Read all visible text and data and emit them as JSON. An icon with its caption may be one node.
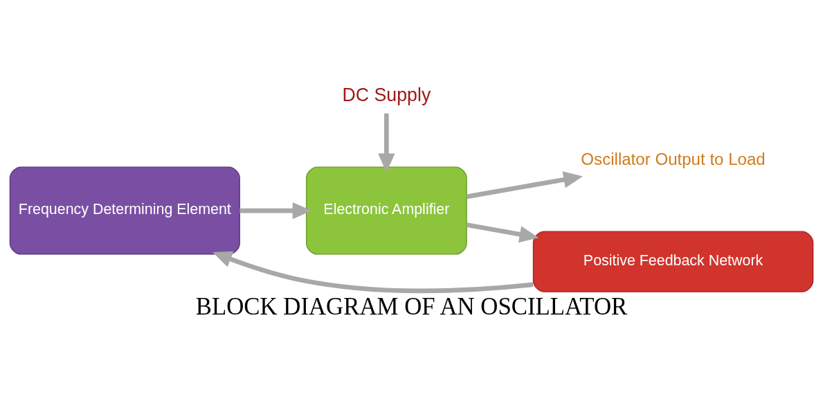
{
  "diagram": {
    "caption": "BLOCK DIAGRAM OF AN OSCILLATOR",
    "nodes": [
      {
        "text": [
          "DC Supply"
        ]
      },
      {
        "text": [
          "Frequency Determining Element"
        ]
      },
      {
        "text": [
          "Electronic Amplifier"
        ]
      },
      {
        "text": [
          "Oscillator Output to Load"
        ]
      },
      {
        "text": [
          "Positive Feedback Network"
        ]
      }
    ],
    "edges": [
      {
        "from": 0,
        "to": 2,
        "arrow": "to"
      },
      {
        "from": 1,
        "to": 2,
        "arrow": "to"
      },
      {
        "from": 2,
        "to": 3,
        "arrow": "to"
      },
      {
        "from": 2,
        "to": 4,
        "arrow": "to"
      },
      {
        "from": 4,
        "to": 1,
        "arrow": "to"
      }
    ]
  }
}
